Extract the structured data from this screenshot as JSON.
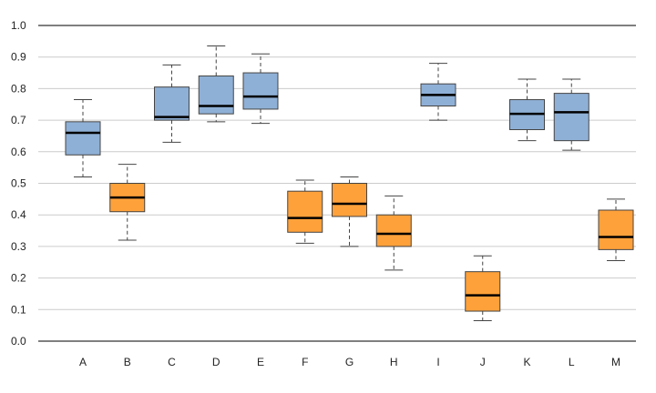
{
  "chart_data": {
    "type": "box",
    "ylim": [
      0,
      1.0
    ],
    "y_ticks": [
      "0.0",
      "0.1",
      "0.2",
      "0.3",
      "0.4",
      "0.5",
      "0.6",
      "0.7",
      "0.8",
      "0.9",
      "1.0"
    ],
    "grid": true,
    "colors": {
      "group_1": "#8FB0D6",
      "group_2": "#FFA13A",
      "grid": "#CCCCCC",
      "axis": "#333333",
      "median": "#000000"
    },
    "categories": [
      "A",
      "B",
      "C",
      "D",
      "E",
      "F",
      "G",
      "H",
      "I",
      "J",
      "K",
      "L",
      "M"
    ],
    "boxes": [
      {
        "category": "A",
        "color_group": "group_1",
        "min": 0.52,
        "q1": 0.59,
        "median": 0.66,
        "q3": 0.695,
        "max": 0.765
      },
      {
        "category": "B",
        "color_group": "group_2",
        "min": 0.32,
        "q1": 0.41,
        "median": 0.455,
        "q3": 0.5,
        "max": 0.56
      },
      {
        "category": "C",
        "color_group": "group_1",
        "min": 0.63,
        "q1": 0.7,
        "median": 0.71,
        "q3": 0.805,
        "max": 0.875
      },
      {
        "category": "D",
        "color_group": "group_1",
        "min": 0.695,
        "q1": 0.72,
        "median": 0.745,
        "q3": 0.84,
        "max": 0.935
      },
      {
        "category": "E",
        "color_group": "group_1",
        "min": 0.69,
        "q1": 0.735,
        "median": 0.775,
        "q3": 0.85,
        "max": 0.91
      },
      {
        "category": "F",
        "color_group": "group_2",
        "min": 0.31,
        "q1": 0.345,
        "median": 0.39,
        "q3": 0.475,
        "max": 0.51
      },
      {
        "category": "G",
        "color_group": "group_2",
        "min": 0.3,
        "q1": 0.395,
        "median": 0.435,
        "q3": 0.5,
        "max": 0.52
      },
      {
        "category": "H",
        "color_group": "group_2",
        "min": 0.225,
        "q1": 0.3,
        "median": 0.34,
        "q3": 0.4,
        "max": 0.46
      },
      {
        "category": "I",
        "color_group": "group_1",
        "min": 0.7,
        "q1": 0.745,
        "median": 0.78,
        "q3": 0.815,
        "max": 0.88
      },
      {
        "category": "J",
        "color_group": "group_2",
        "min": 0.065,
        "q1": 0.095,
        "median": 0.145,
        "q3": 0.22,
        "max": 0.27
      },
      {
        "category": "K",
        "color_group": "group_1",
        "min": 0.635,
        "q1": 0.67,
        "median": 0.72,
        "q3": 0.765,
        "max": 0.83
      },
      {
        "category": "L",
        "color_group": "group_1",
        "min": 0.605,
        "q1": 0.635,
        "median": 0.725,
        "q3": 0.785,
        "max": 0.83
      },
      {
        "category": "M",
        "color_group": "group_2",
        "min": 0.255,
        "q1": 0.29,
        "median": 0.33,
        "q3": 0.415,
        "max": 0.45
      }
    ]
  }
}
